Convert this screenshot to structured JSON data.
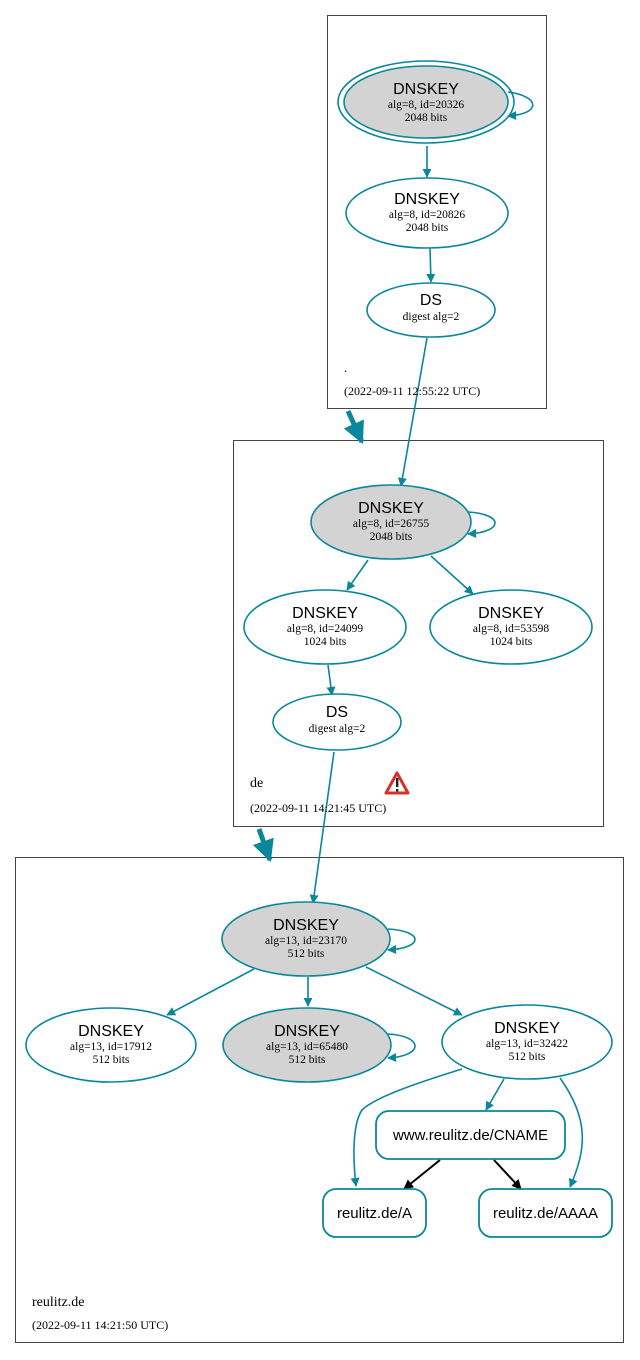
{
  "colors": {
    "edge": "#0a879a",
    "node_fill_key": "#d3d3d3",
    "node_fill_plain": "#ffffff",
    "zone_border": "#444444",
    "cname_arrow": "#000000",
    "warning": "#d9302a"
  },
  "zones": {
    "root": {
      "name": ".",
      "timestamp": "(2022-09-11 12:55:22 UTC)",
      "ksk": {
        "title": "DNSKEY",
        "detail": "alg=8, id=20326",
        "bits": "2048 bits"
      },
      "zsk": {
        "title": "DNSKEY",
        "detail": "alg=8, id=20826",
        "bits": "2048 bits"
      },
      "ds": {
        "title": "DS",
        "detail": "digest alg=2"
      }
    },
    "de": {
      "name": "de",
      "timestamp": "(2022-09-11 14:21:45 UTC)",
      "warning_icon": "warning-icon",
      "ksk": {
        "title": "DNSKEY",
        "detail": "alg=8, id=26755",
        "bits": "2048 bits"
      },
      "zsk1": {
        "title": "DNSKEY",
        "detail": "alg=8, id=24099",
        "bits": "1024 bits"
      },
      "zsk2": {
        "title": "DNSKEY",
        "detail": "alg=8, id=53598",
        "bits": "1024 bits"
      },
      "ds": {
        "title": "DS",
        "detail": "digest alg=2"
      }
    },
    "reulitz": {
      "name": "reulitz.de",
      "timestamp": "(2022-09-11 14:21:50 UTC)",
      "ksk": {
        "title": "DNSKEY",
        "detail": "alg=13, id=23170",
        "bits": "512 bits"
      },
      "k17912": {
        "title": "DNSKEY",
        "detail": "alg=13, id=17912",
        "bits": "512 bits"
      },
      "k65480": {
        "title": "DNSKEY",
        "detail": "alg=13, id=65480",
        "bits": "512 bits"
      },
      "k32422": {
        "title": "DNSKEY",
        "detail": "alg=13, id=32422",
        "bits": "512 bits"
      },
      "rr_cname": "www.reulitz.de/CNAME",
      "rr_a": "reulitz.de/A",
      "rr_aaaa": "reulitz.de/AAAA"
    }
  }
}
